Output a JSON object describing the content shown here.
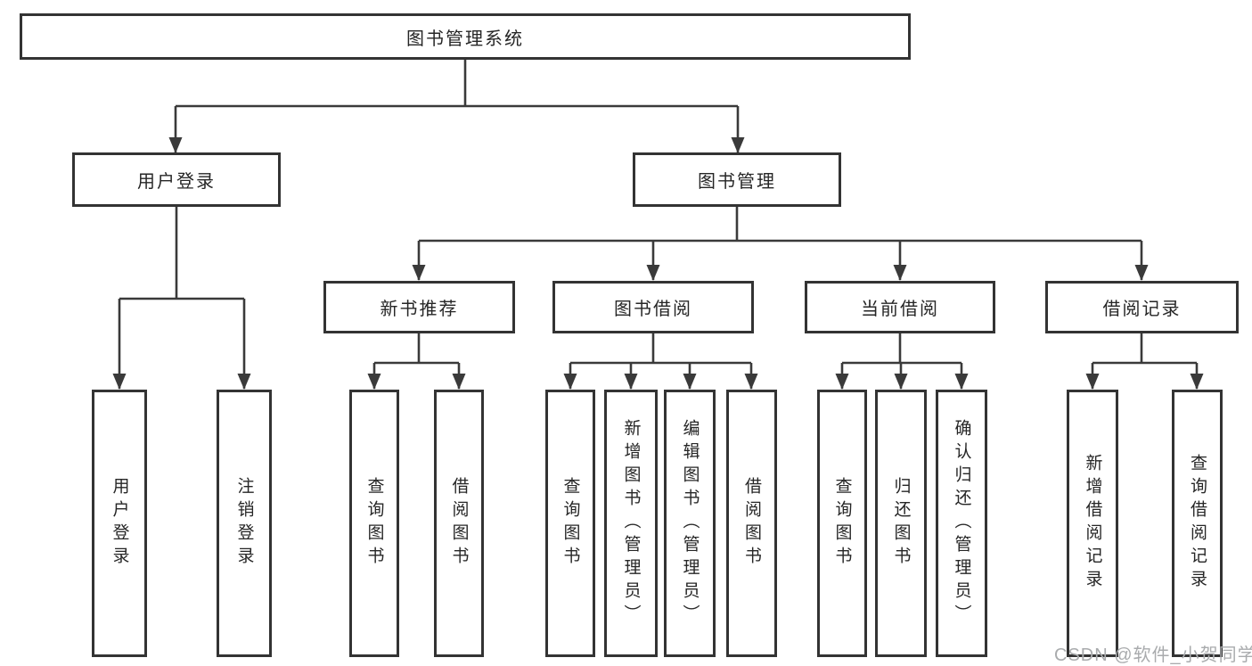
{
  "colors": {
    "box_border": "#333333",
    "connector_line": "#3a3a3a",
    "text": "#262626",
    "watermark_text": "#a9abad",
    "background": "#ffffff"
  },
  "watermark": "CSDN @软件_小贺同学",
  "tree": {
    "root": {
      "label": "图书管理系统"
    },
    "branches": [
      {
        "label": "用户登录",
        "children": [
          {
            "label": "用户登录"
          },
          {
            "label": "注销登录"
          }
        ]
      },
      {
        "label": "图书管理",
        "children": [
          {
            "label": "新书推荐",
            "children": [
              {
                "label": "查询图书"
              },
              {
                "label": "借阅图书"
              }
            ]
          },
          {
            "label": "图书借阅",
            "children": [
              {
                "label": "查询图书"
              },
              {
                "label": "新增图书（管理员）"
              },
              {
                "label": "编辑图书（管理员）"
              },
              {
                "label": "借阅图书"
              }
            ]
          },
          {
            "label": "当前借阅",
            "children": [
              {
                "label": "查询图书"
              },
              {
                "label": "归还图书"
              },
              {
                "label": "确认归还（管理员）"
              }
            ]
          },
          {
            "label": "借阅记录",
            "children": [
              {
                "label": "新增借阅记录"
              },
              {
                "label": "查询借阅记录"
              }
            ]
          }
        ]
      }
    ]
  }
}
